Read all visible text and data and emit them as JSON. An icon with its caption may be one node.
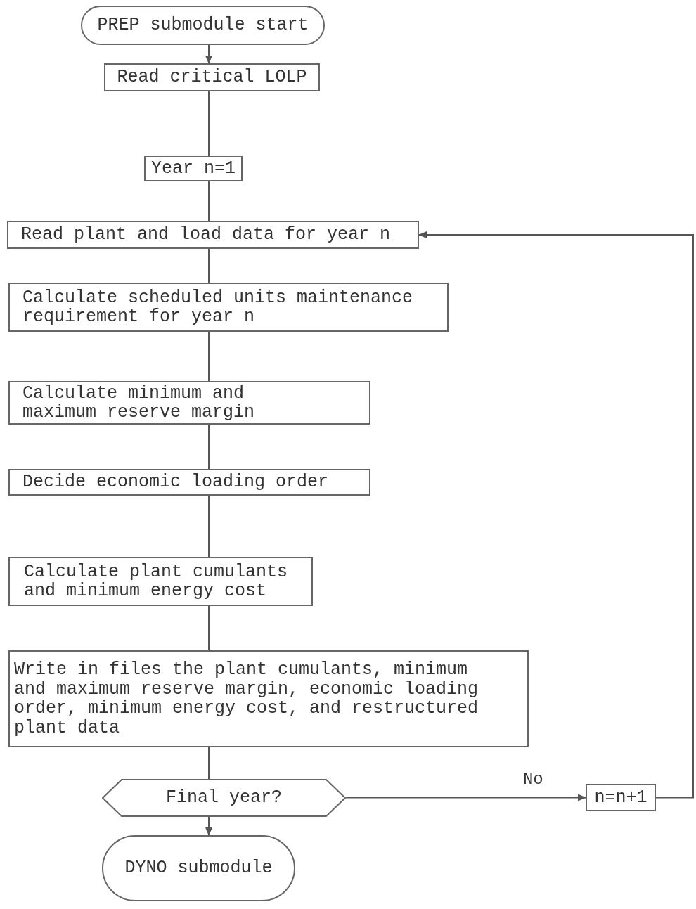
{
  "diagram": {
    "nodes": [
      {
        "text": [
          "PREP submodule start"
        ]
      },
      {
        "text": [
          "Read critical LOLP"
        ]
      },
      {
        "text": [
          "Year n=1"
        ]
      },
      {
        "text": [
          "Read plant and load data for year n"
        ]
      },
      {
        "text": [
          "Calculate scheduled units maintenance requirement for year n"
        ]
      },
      {
        "text": [
          "Calculate minimum and maximum reserve margin"
        ]
      },
      {
        "text": [
          "Decide economic loading order"
        ]
      },
      {
        "text": [
          "Calculate plant cumulants and minimum energy cost"
        ]
      },
      {
        "text": [
          "Write in files the plant cumulants, minimum and maximum reserve margin, economic loading order, minimum energy cost, and restructured plant data"
        ]
      },
      {
        "text": [
          "Final year?"
        ]
      },
      {
        "text": [
          "n=n+1"
        ]
      },
      {
        "text": [
          "DYNO submodule"
        ]
      }
    ],
    "edges": [
      {
        "from": 0,
        "to": 1,
        "arrow": "to"
      },
      {
        "from": 1,
        "to": 2,
        "arrow": "none"
      },
      {
        "from": 2,
        "to": 3,
        "arrow": "none"
      },
      {
        "from": 3,
        "to": 4,
        "arrow": "none"
      },
      {
        "from": 4,
        "to": 5,
        "arrow": "none"
      },
      {
        "from": 5,
        "to": 6,
        "arrow": "none"
      },
      {
        "from": 6,
        "to": 7,
        "arrow": "none"
      },
      {
        "from": 7,
        "to": 8,
        "arrow": "none"
      },
      {
        "from": 8,
        "to": 9,
        "arrow": "none"
      },
      {
        "from": 9,
        "to": 11,
        "arrow": "to"
      },
      {
        "from": 9,
        "to": 10,
        "arrow": "to",
        "label": "No"
      },
      {
        "from": 10,
        "to": 3,
        "arrow": "to"
      }
    ]
  }
}
